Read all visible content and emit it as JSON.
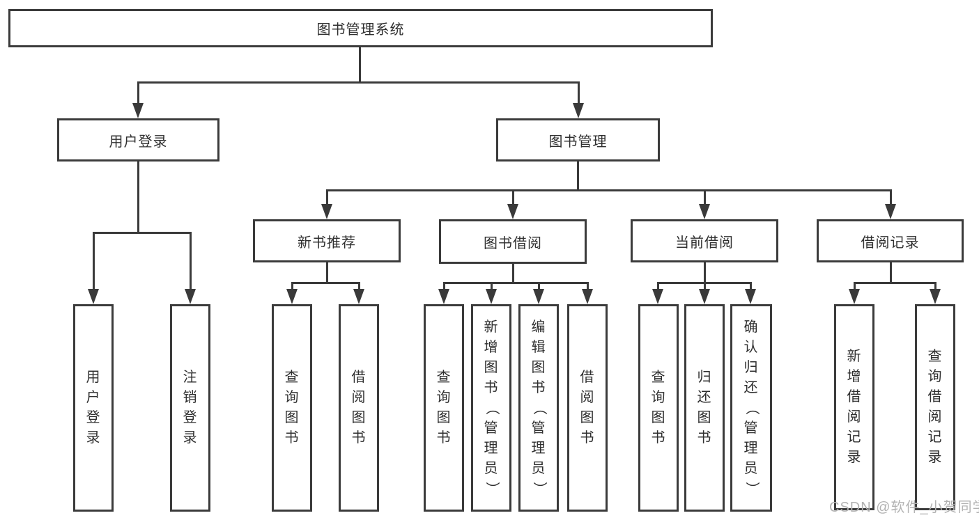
{
  "diagram": {
    "type": "tree",
    "orientation": "top-down",
    "tree": {
      "label": "图书管理系统",
      "children": [
        {
          "label": "用户登录",
          "children": [
            {
              "label": "用户登录"
            },
            {
              "label": "注销登录"
            }
          ]
        },
        {
          "label": "图书管理",
          "children": [
            {
              "label": "新书推荐",
              "children": [
                {
                  "label": "查询图书"
                },
                {
                  "label": "借阅图书"
                }
              ]
            },
            {
              "label": "图书借阅",
              "children": [
                {
                  "label": "查询图书"
                },
                {
                  "label": "新增图书（管理员）"
                },
                {
                  "label": "编辑图书（管理员）"
                },
                {
                  "label": "借阅图书"
                }
              ]
            },
            {
              "label": "当前借阅",
              "children": [
                {
                  "label": "查询图书"
                },
                {
                  "label": "归还图书"
                },
                {
                  "label": "确认归还（管理员）"
                }
              ]
            },
            {
              "label": "借阅记录",
              "children": [
                {
                  "label": "新增借阅记录"
                },
                {
                  "label": "查询借阅记录"
                }
              ]
            }
          ]
        }
      ]
    },
    "colors": {
      "line": "#3a3a3a",
      "box_border": "#3b3b3b",
      "text": "#2f2f2f",
      "watermark": "#b3b3b3",
      "background": "#ffffff"
    }
  },
  "watermark": {
    "text": "CSDN @软件_小贺同学"
  }
}
